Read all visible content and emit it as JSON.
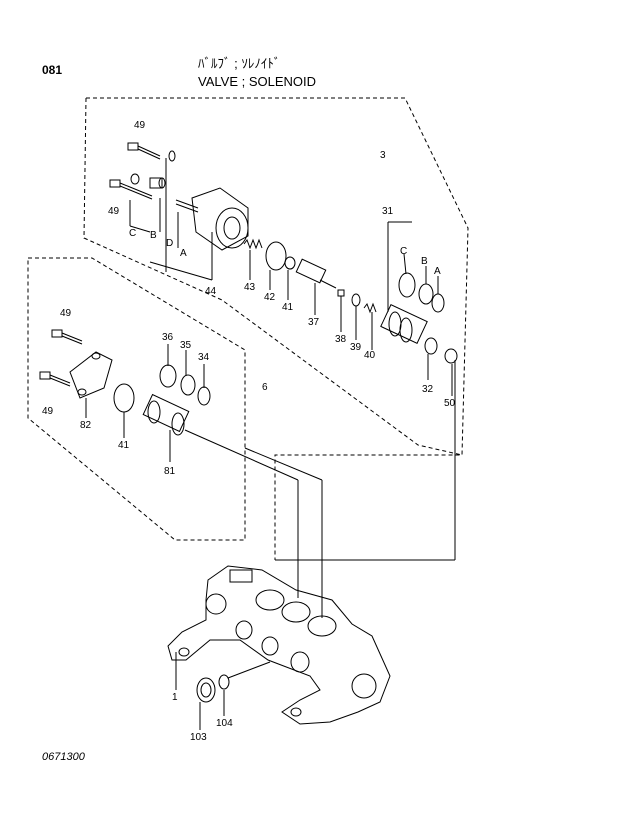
{
  "header": {
    "page_code": "081",
    "title_jp": "ﾊﾞﾙﾌﾞ ; ｿﾚﾉｲﾄﾞ",
    "title_en": "VALVE ; SOLENOID"
  },
  "footer": {
    "drawing_number": "0671300"
  },
  "callouts": {
    "c49a": "49",
    "c49b": "49",
    "c49c": "49",
    "c49d": "49",
    "c3": "3",
    "c31": "31",
    "cC1": "C",
    "cB1": "B",
    "cD": "D",
    "cA1": "A",
    "cC2": "C",
    "cB2": "B",
    "cA2": "A",
    "c44": "44",
    "c43": "43",
    "c42": "42",
    "c41a": "41",
    "c37": "37",
    "c38": "38",
    "c39": "39",
    "c40": "40",
    "c32": "32",
    "c50": "50",
    "c36": "36",
    "c35": "35",
    "c34": "34",
    "c6": "6",
    "c82": "82",
    "c41b": "41",
    "c81": "81",
    "c1": "1",
    "c104": "104",
    "c103": "103"
  }
}
